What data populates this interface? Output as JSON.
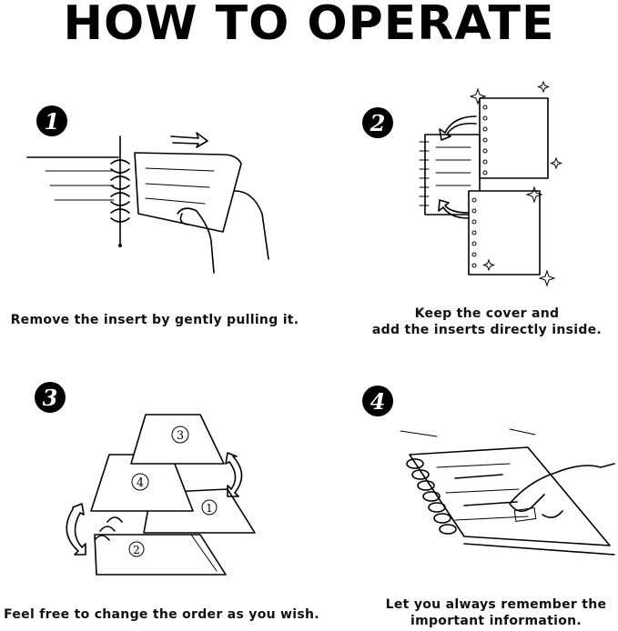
{
  "title": "HOW TO OPERATE",
  "steps": [
    {
      "number": "1",
      "caption_lines": [
        "Remove the insert by gently pulling it."
      ]
    },
    {
      "number": "2",
      "caption_lines": [
        "Keep the cover and",
        "add the inserts directly inside."
      ]
    },
    {
      "number": "3",
      "caption_lines": [
        "Feel free to change the order as you wish."
      ]
    },
    {
      "number": "4",
      "caption_lines": [
        "Let you always remember the",
        "important information."
      ]
    }
  ],
  "illustration_labels": {
    "page_3": "3",
    "page_4": "4",
    "page_1": "1",
    "page_2": "2"
  }
}
